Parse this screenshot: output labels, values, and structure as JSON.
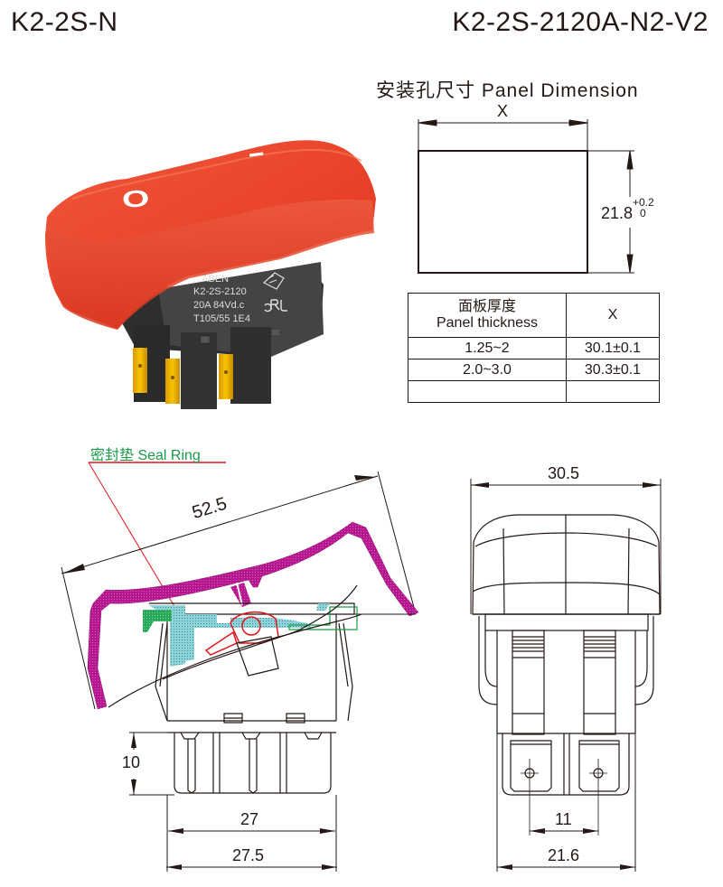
{
  "header": {
    "series_code": "K2-2S-N",
    "model_code": "K2-2S-2120A-N2-V2"
  },
  "product_photo": {
    "cap_symbols": [
      "O",
      "I"
    ],
    "body_label_lines": [
      "...ABEN",
      "K2-2S-2120",
      "20A  84Vd.c",
      "T105/55 1E4"
    ],
    "colors": {
      "rocker": "#e8412a",
      "housing": "#3a3a3a",
      "terminals": "#f2b400"
    }
  },
  "panel_dimension": {
    "title": "安装孔尺寸 Panel Dimension",
    "width_label": "X",
    "height_value": "21.8",
    "height_tol_upper": "+0.2",
    "height_tol_lower": "0"
  },
  "thickness_table": {
    "header_cn": "面板厚度",
    "header_en": "Panel thickness",
    "header_x": "X",
    "rows": [
      {
        "thickness": "1.25~2",
        "x": "30.1±0.1"
      },
      {
        "thickness": "2.0~3.0",
        "x": "30.3±0.1"
      },
      {
        "thickness": "",
        "x": ""
      }
    ]
  },
  "side_view": {
    "seal_ring_label": "密封垫 Seal Ring",
    "dim_overall": "52.5",
    "dim_terminal_height": "10",
    "dim_body_width": "27",
    "dim_outer_width": "27.5",
    "colors": {
      "rocker_section": "#b5178f",
      "seal": "#1a9a4a",
      "housing_section": "#6fc6cf",
      "mechanism": "#e3131b"
    }
  },
  "front_view": {
    "dim_top_width": "30.5",
    "dim_terminal_pitch": "11",
    "dim_body_width": "21.6"
  }
}
